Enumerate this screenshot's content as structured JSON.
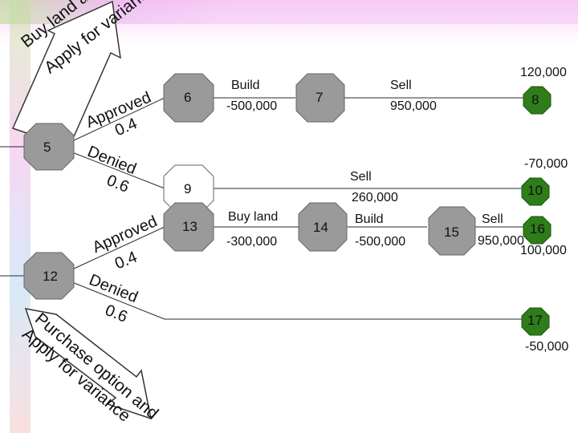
{
  "arrows": {
    "top_line1": "Buy land and",
    "top_line2": "Apply for variance",
    "bottom_line1": "Purchase option and",
    "bottom_line2": "Apply for variance"
  },
  "nodes": {
    "n5": "5",
    "n6": "6",
    "n7": "7",
    "n8": "8",
    "n9": "9",
    "n10": "10",
    "n12": "12",
    "n13": "13",
    "n14": "14",
    "n15": "15",
    "n16": "16",
    "n17": "17"
  },
  "branches": {
    "approved_top": "Approved",
    "prob_approved_top": "0.4",
    "denied_top": "Denied",
    "prob_denied_top": "0.6",
    "approved_bottom": "Approved",
    "prob_approved_bottom": "0.4",
    "denied_bottom": "Denied",
    "prob_denied_bottom": "0.6"
  },
  "actions": {
    "build_top": "Build",
    "build_top_cost": "-500,000",
    "sell_top": "Sell",
    "sell_top_value": "950,000",
    "buy_land": "Buy land",
    "buy_land_cost": "-300,000",
    "sell_mid": "Sell",
    "sell_mid_value": "260,000",
    "build_mid": "Build",
    "build_mid_cost": "-500,000",
    "sell_bottom": "Sell",
    "sell_bottom_value": "950,000"
  },
  "payoffs": {
    "p8": "120,000",
    "p10": "-70,000",
    "p16": "100,000",
    "p17": "-50,000"
  },
  "colors": {
    "decision_node": "#9a9a9a",
    "chance_node": "#2e7d1a",
    "line": "#2b2b2b",
    "background_top": "#f7c9f4"
  }
}
